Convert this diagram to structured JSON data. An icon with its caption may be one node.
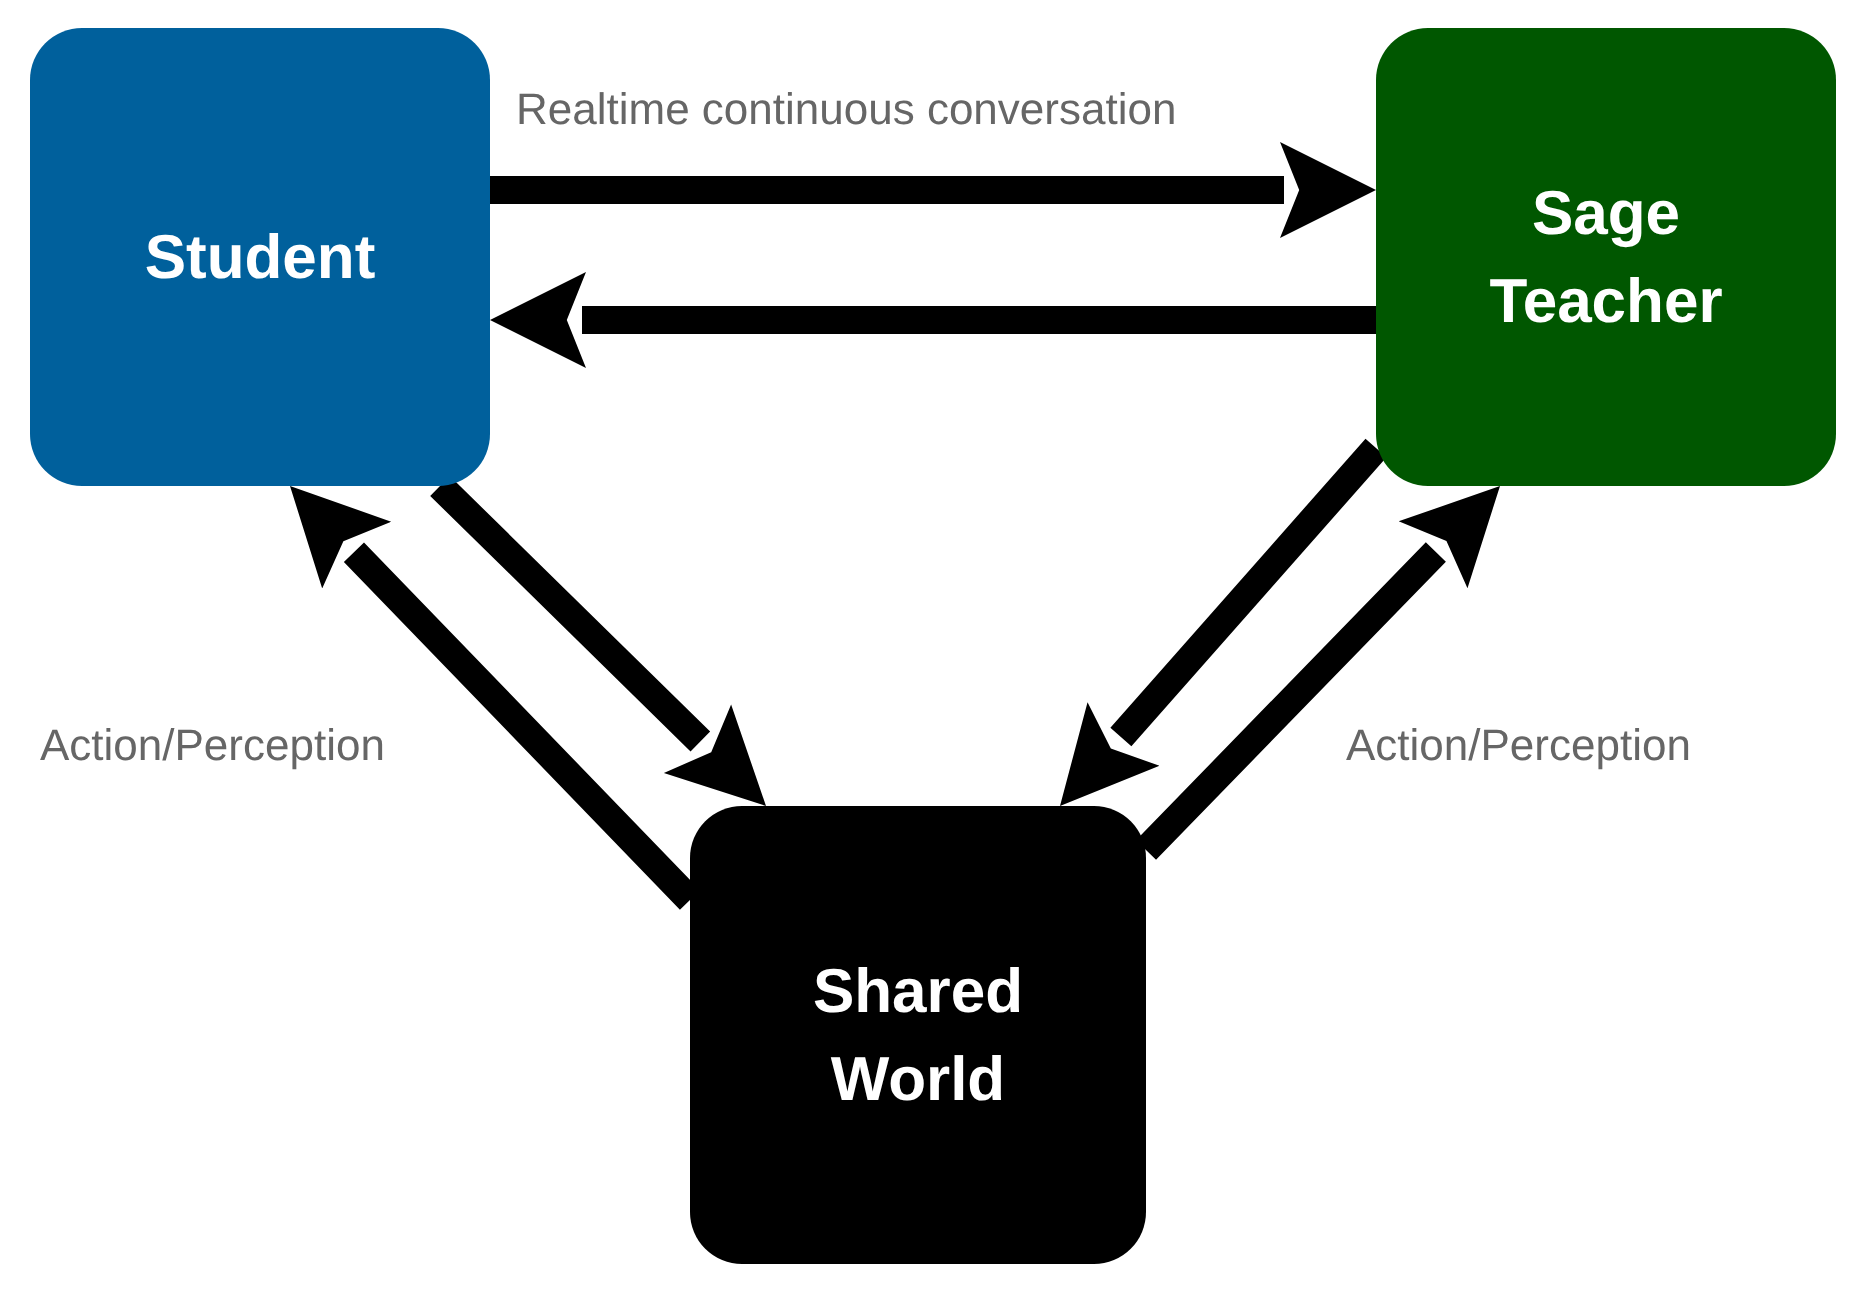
{
  "diagram": {
    "nodes": [
      {
        "text": [
          "Student"
        ]
      },
      {
        "text": [
          "Sage Teacher"
        ]
      },
      {
        "text": [
          "Shared World"
        ]
      }
    ],
    "edges": [
      {
        "from": 0,
        "to": 1,
        "arrow": "to",
        "label": "Realtime continuous conversation"
      },
      {
        "from": 1,
        "to": 0,
        "arrow": "to"
      },
      {
        "from": 2,
        "to": 0,
        "arrow": "to"
      },
      {
        "from": 0,
        "to": 2,
        "arrow": "to"
      },
      {
        "from": 1,
        "to": 2,
        "arrow": "to"
      },
      {
        "from": 2,
        "to": 1,
        "arrow": "to"
      }
    ],
    "labels": [
      "Action/Perception",
      "Action/Perception"
    ]
  }
}
